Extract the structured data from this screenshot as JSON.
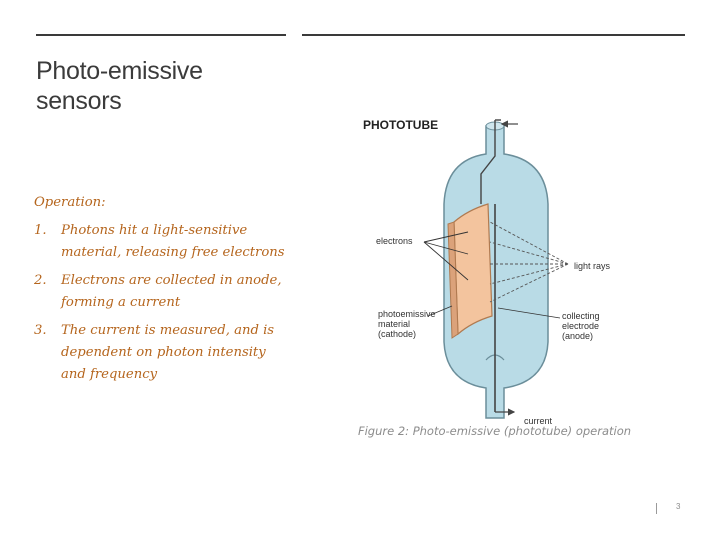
{
  "slide": {
    "title_line1": "Photo-emissive",
    "title_line2": "sensors",
    "operation_heading": "Operation:",
    "steps": [
      {
        "number": "1.",
        "text_line1": "Photons hit a light-sensitive",
        "text_line2": "material, releasing free electrons"
      },
      {
        "number": "2.",
        "text_line1": "Electrons are collected in anode,",
        "text_line2": "forming a current"
      },
      {
        "number": "3.",
        "text_line1": "The current is measured, and is",
        "text_line2": "dependent on photon intensity",
        "text_line3": "and frequency"
      }
    ],
    "page_number": "3"
  },
  "figure": {
    "title": "PHOTOTUBE",
    "labels": {
      "electrons": "electrons",
      "light_rays": "light rays",
      "photoemissive_line1": "photoemissive",
      "photoemissive_line2": "material",
      "photoemissive_line3": "(cathode)",
      "collecting_line1": "collecting",
      "collecting_line2": "electrode",
      "collecting_line3": "(anode)",
      "current": "current"
    },
    "caption": "Figure 2: Photo-emissive (phototube) operation",
    "colors": {
      "tube_fill": "#b9dbe6",
      "tube_stroke": "#6b8e9a",
      "cathode_fill": "#f3c49e",
      "cathode_stroke": "#b07a50",
      "wire": "#444444"
    }
  }
}
